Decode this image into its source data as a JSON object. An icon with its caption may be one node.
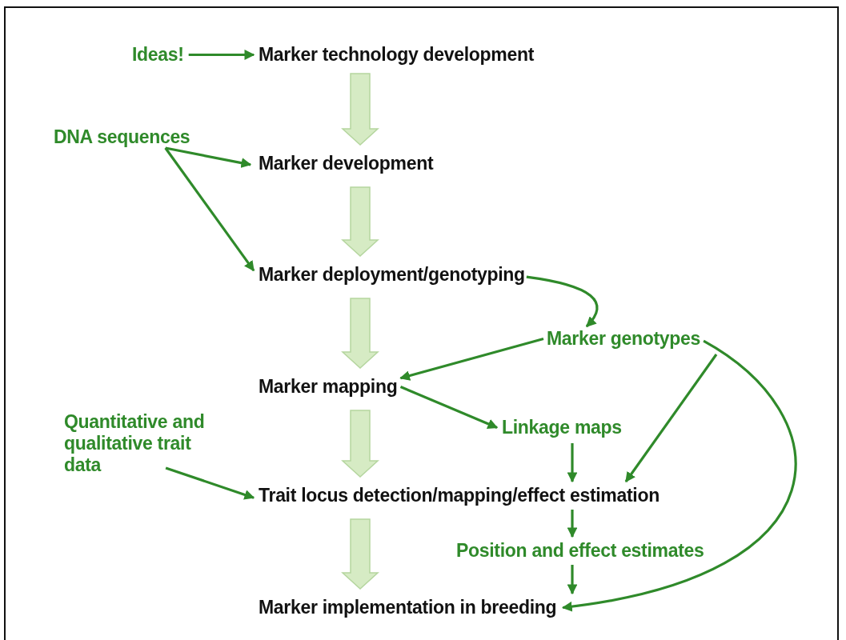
{
  "diagram": {
    "nodes": [
      {
        "text": [
          "Ideas!"
        ]
      },
      {
        "text": [
          "Marker technology development"
        ]
      },
      {
        "text": [
          "DNA sequences"
        ]
      },
      {
        "text": [
          "Marker development"
        ]
      },
      {
        "text": [
          "Marker deployment/genotyping"
        ]
      },
      {
        "text": [
          "Marker genotypes"
        ]
      },
      {
        "text": [
          "Marker mapping"
        ]
      },
      {
        "text": [
          "Linkage maps"
        ]
      },
      {
        "text": [
          "Quantitative and qualitative trait data"
        ]
      },
      {
        "text": [
          "Trait locus detection/mapping/effect estimation"
        ]
      },
      {
        "text": [
          "Position and effect estimates"
        ]
      },
      {
        "text": [
          "Marker implementation in breeding"
        ]
      }
    ],
    "edges": [
      {
        "from": 0,
        "to": 1,
        "arrow": "to"
      },
      {
        "from": 1,
        "to": 3,
        "arrow": "to",
        "style": "thick",
        "color": "#d6ebc4"
      },
      {
        "from": 2,
        "to": 3,
        "arrow": "to"
      },
      {
        "from": 2,
        "to": 4,
        "arrow": "to"
      },
      {
        "from": 3,
        "to": 4,
        "arrow": "to",
        "style": "thick",
        "color": "#d6ebc4"
      },
      {
        "from": 4,
        "to": 5,
        "arrow": "to"
      },
      {
        "from": 4,
        "to": 6,
        "arrow": "to",
        "style": "thick",
        "color": "#d6ebc4"
      },
      {
        "from": 5,
        "to": 6,
        "arrow": "to"
      },
      {
        "from": 6,
        "to": 7,
        "arrow": "to"
      },
      {
        "from": 7,
        "to": 9,
        "arrow": "to"
      },
      {
        "from": 5,
        "to": 9,
        "arrow": "to"
      },
      {
        "from": 5,
        "to": 11,
        "arrow": "to"
      },
      {
        "from": 6,
        "to": 9,
        "arrow": "to",
        "style": "thick",
        "color": "#d6ebc4"
      },
      {
        "from": 8,
        "to": 9,
        "arrow": "to"
      },
      {
        "from": 9,
        "to": 10,
        "arrow": "to"
      },
      {
        "from": 9,
        "to": 11,
        "arrow": "to",
        "style": "thick",
        "color": "#d6ebc4"
      },
      {
        "from": 10,
        "to": 11,
        "arrow": "to"
      }
    ]
  }
}
